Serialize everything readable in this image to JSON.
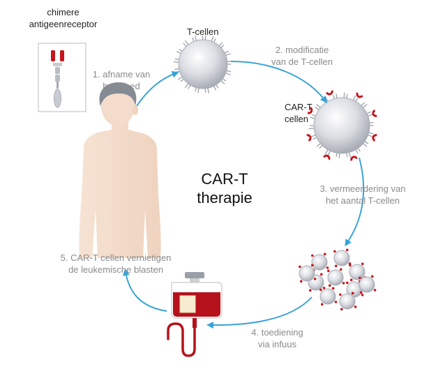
{
  "title": {
    "line1": "CAR-T",
    "line2": "therapie"
  },
  "receptor_label": {
    "line1": "chimere",
    "line2": "antigeenreceptor"
  },
  "tcells_label": "T-cellen",
  "cart_label": {
    "line1": "CAR-T",
    "line2": "cellen"
  },
  "steps": [
    {
      "line1": "1. afname van",
      "line2": "het bloed"
    },
    {
      "line1": "2. modificatie",
      "line2": "van de T-cellen"
    },
    {
      "line1": "3. vermeerdering van",
      "line2": "het aantal T-cellen"
    },
    {
      "line1": "4. toediening",
      "line2": "via infuus"
    },
    {
      "line1": "5. CAR-T cellen vernietigen",
      "line2": "de leukemische blasten"
    }
  ],
  "colors": {
    "arrow": "#3aa3d6",
    "receptor_red": "#c4161c",
    "cell": "#c9ccd4",
    "body": "#f3dccb",
    "head": "#858b94",
    "blood": "#b5121b"
  }
}
